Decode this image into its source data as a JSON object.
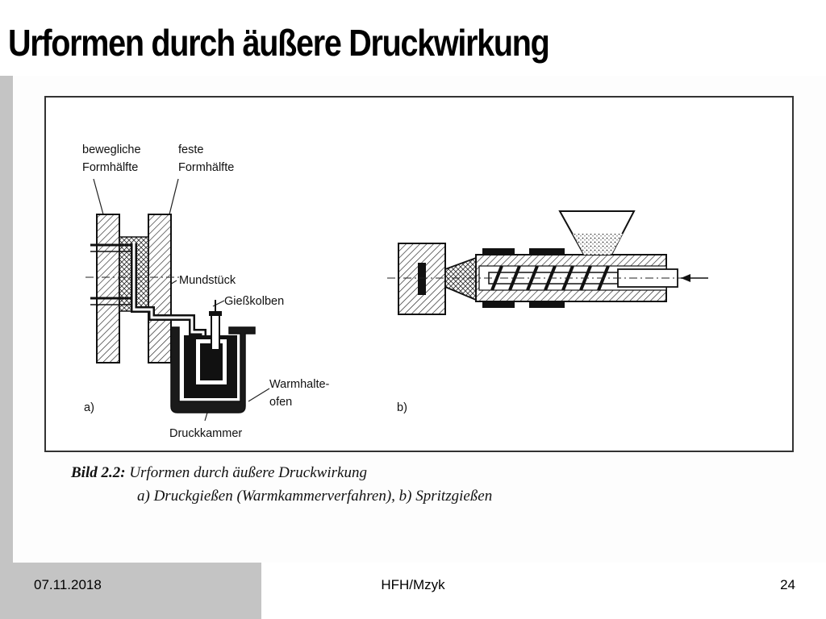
{
  "slide": {
    "title": "Urformen durch äußere Druckwirkung"
  },
  "figure": {
    "labels": {
      "bewegliche_1": "bewegliche",
      "bewegliche_2": "Formhälfte",
      "feste_1": "feste",
      "feste_2": "Formhälfte",
      "mundstueck": "Mundstück",
      "giesskolben": "Gießkolben",
      "warmhalte_1": "Warmhalte-",
      "warmhalte_2": "ofen",
      "druckkammer": "Druckkammer",
      "part_a": "a)",
      "part_b": "b)"
    },
    "caption": {
      "number": "Bild 2.2:",
      "title": "Urformen durch äußere Druckwirkung",
      "subtitle": "a) Druckgießen (Warmkammerverfahren), b) Spritzgießen"
    }
  },
  "footer": {
    "date": "07.11.2018",
    "author": "HFH/Mzyk",
    "page": "24"
  }
}
